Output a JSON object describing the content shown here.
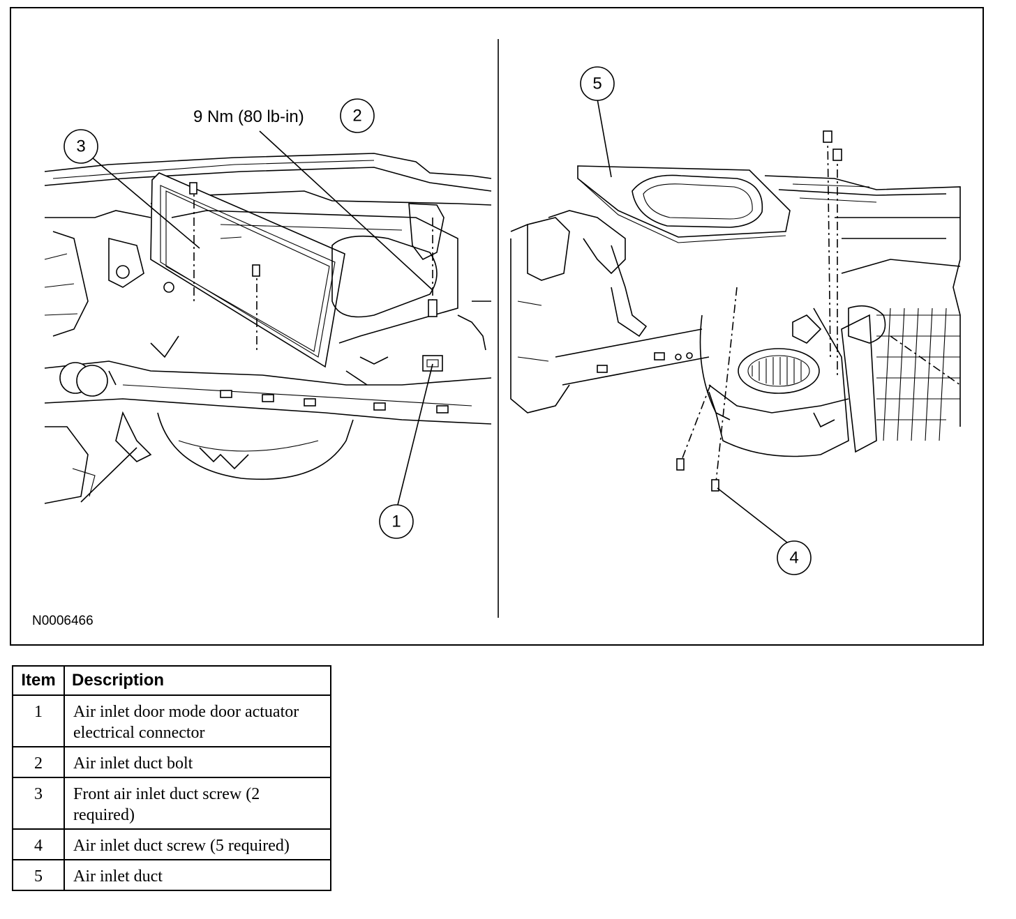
{
  "figure": {
    "id": "N0006466",
    "torque_label": "9 Nm (80 lb-in)",
    "callouts": [
      "1",
      "2",
      "3",
      "4",
      "5"
    ]
  },
  "legend": {
    "header_item": "Item",
    "header_description": "Description",
    "rows": [
      {
        "item": "1",
        "description": "Air inlet door mode door actuator electrical connector"
      },
      {
        "item": "2",
        "description": "Air inlet duct bolt"
      },
      {
        "item": "3",
        "description": "Front air inlet duct screw (2 required)"
      },
      {
        "item": "4",
        "description": "Air inlet duct screw (5 required)"
      },
      {
        "item": "5",
        "description": "Air inlet duct"
      }
    ]
  }
}
